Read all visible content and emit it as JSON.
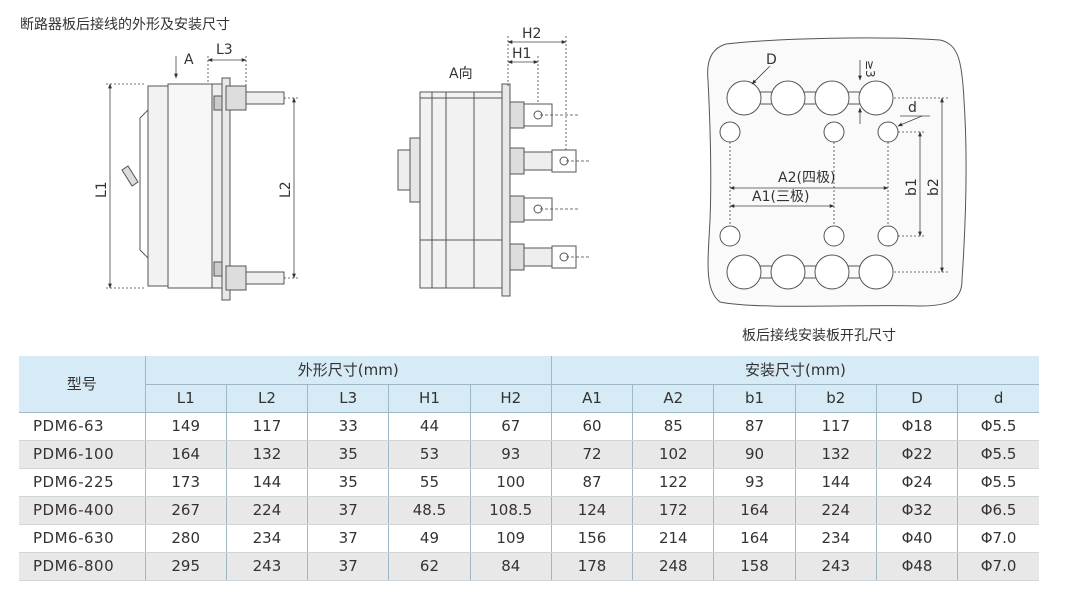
{
  "page_title": "断路器板后接线的外形及安装尺寸",
  "hole_caption": "板后接线安装板开孔尺寸",
  "labels": {
    "view_a": "A",
    "view_a_dir": "A向",
    "l1": "L1",
    "l2": "L2",
    "l3": "L3",
    "h1": "H1",
    "h2": "H2",
    "d_big": "D",
    "d_small": "d",
    "ge3": "≥3",
    "a1": "A1(三极)",
    "a2": "A2(四极)",
    "b1": "b1",
    "b2": "b2"
  },
  "table": {
    "model_header": "型号",
    "group_outline": "外形尺寸(mm)",
    "group_install": "安装尺寸(mm)",
    "columns": [
      "L1",
      "L2",
      "L3",
      "H1",
      "H2",
      "A1",
      "A2",
      "b1",
      "b2",
      "D",
      "d"
    ],
    "rows": [
      {
        "model": "PDM6-63",
        "values": [
          "149",
          "117",
          "33",
          "44",
          "67",
          "60",
          "85",
          "87",
          "117",
          "Φ18",
          "Φ5.5"
        ]
      },
      {
        "model": "PDM6-100",
        "values": [
          "164",
          "132",
          "35",
          "53",
          "93",
          "72",
          "102",
          "90",
          "132",
          "Φ22",
          "Φ5.5"
        ]
      },
      {
        "model": "PDM6-225",
        "values": [
          "173",
          "144",
          "35",
          "55",
          "100",
          "87",
          "122",
          "93",
          "144",
          "Φ24",
          "Φ5.5"
        ]
      },
      {
        "model": "PDM6-400",
        "values": [
          "267",
          "224",
          "37",
          "48.5",
          "108.5",
          "124",
          "172",
          "164",
          "224",
          "Φ32",
          "Φ6.5"
        ]
      },
      {
        "model": "PDM6-630",
        "values": [
          "280",
          "234",
          "37",
          "49",
          "109",
          "156",
          "214",
          "164",
          "234",
          "Φ40",
          "Φ7.0"
        ]
      },
      {
        "model": "PDM6-800",
        "values": [
          "295",
          "243",
          "37",
          "62",
          "84",
          "178",
          "248",
          "158",
          "243",
          "Φ48",
          "Φ7.0"
        ]
      }
    ]
  }
}
